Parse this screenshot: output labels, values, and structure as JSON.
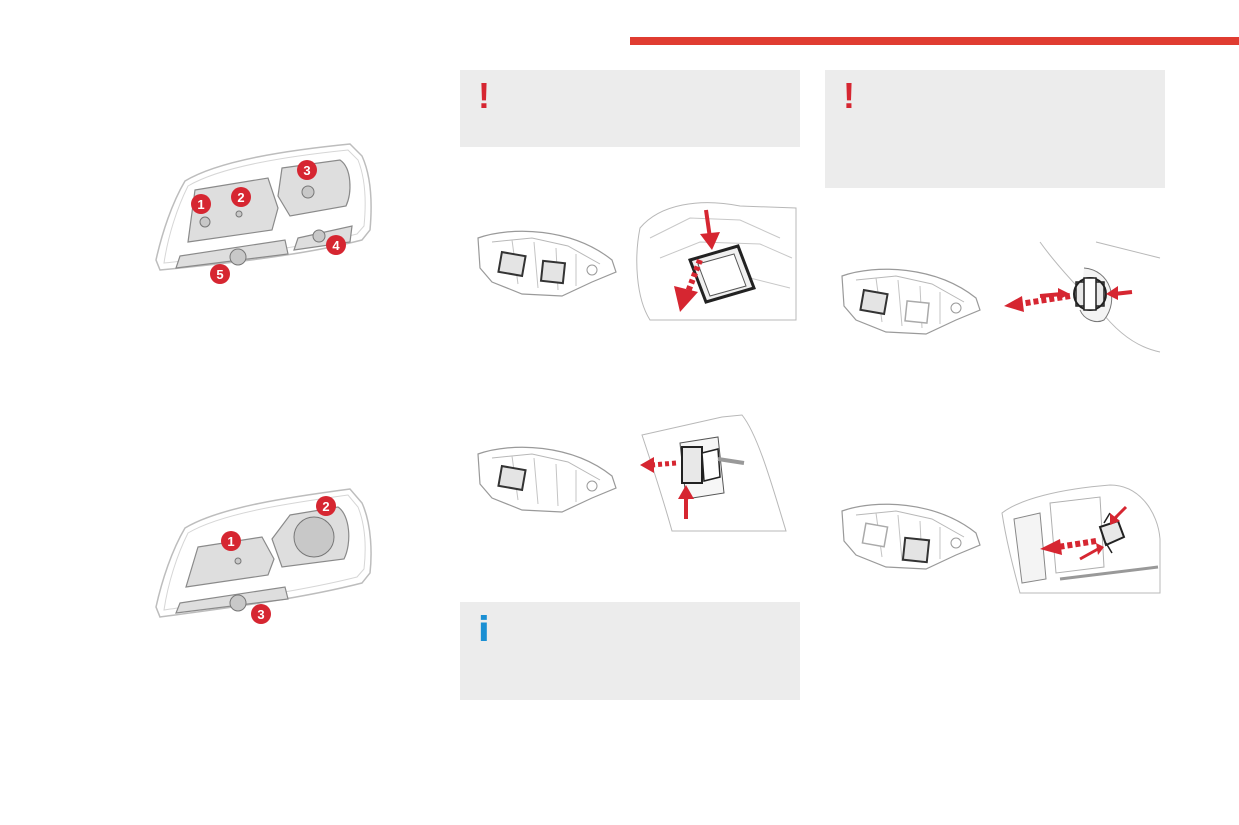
{
  "header": {
    "accent_color": "#e03c31"
  },
  "colors": {
    "badge": "#d62631",
    "arrow": "#d62631",
    "info": "#1a8fd3",
    "panel": "#ececec"
  },
  "lamp_top": {
    "badges": [
      "1",
      "2",
      "3",
      "4",
      "5"
    ]
  },
  "lamp_bottom": {
    "badges": [
      "1",
      "2",
      "3"
    ]
  },
  "notices": {
    "warning_1": {
      "icon": "!",
      "icon_name": "warning-exclamation-icon"
    },
    "warning_2": {
      "icon": "!",
      "icon_name": "warning-exclamation-icon"
    },
    "info_1": {
      "icon": "i",
      "icon_name": "info-icon"
    }
  },
  "illustrations": [
    "headlamp-rear-view-two-covers",
    "headlamp-cover-removal",
    "headlamp-rear-view-one-cover",
    "bulb-holder-removal",
    "headlamp-rear-view-left-cover",
    "bulb-holder-turn-and-pull",
    "headlamp-rear-view-lower-cover",
    "bulb-clip-release"
  ]
}
